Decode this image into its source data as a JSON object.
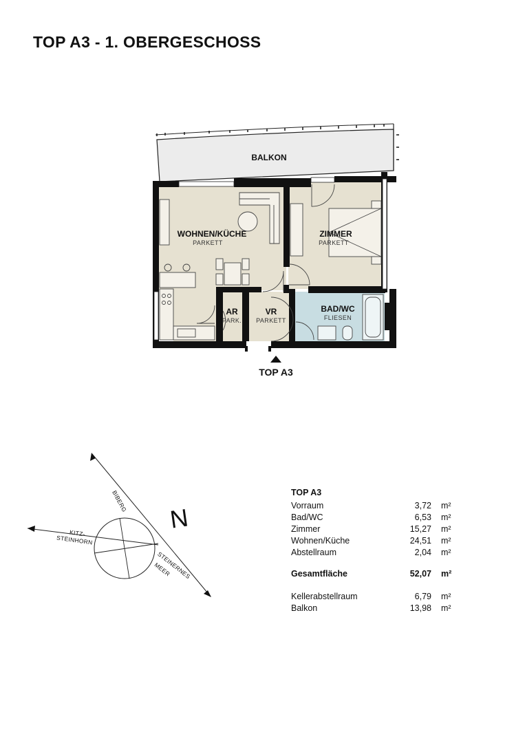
{
  "page": {
    "title": "TOP A3 - 1. OBERGESCHOSS"
  },
  "plan": {
    "rooms": [
      {
        "name": "BALKON",
        "floor": ""
      },
      {
        "name": "WOHNEN/KÜCHE",
        "floor": "PARKETT"
      },
      {
        "name": "ZIMMER",
        "floor": "PARKETT"
      },
      {
        "name": "AR",
        "floor": "PARK."
      },
      {
        "name": "VR",
        "floor": "PARKETT"
      },
      {
        "name": "BAD/WC",
        "floor": "FLIESEN"
      }
    ],
    "entrance_label": "TOP A3",
    "colors": {
      "parkett": "#e6e1d1",
      "fliesen": "#c8dde2",
      "balkon": "#ececec",
      "wall": "#111111"
    }
  },
  "compass": {
    "north_symbol": "N",
    "labels": {
      "biberg": "BIBERG",
      "kitz_1": "KITZ-",
      "kitz_2": "STEINHORN",
      "stein_1": "STEINERNES",
      "stein_2": "MEER"
    }
  },
  "areas": {
    "heading": "TOP A3",
    "rows": [
      {
        "label": "Vorraum",
        "value": "3,72",
        "unit": "m²"
      },
      {
        "label": "Bad/WC",
        "value": "6,53",
        "unit": "m²"
      },
      {
        "label": "Zimmer",
        "value": "15,27",
        "unit": "m²"
      },
      {
        "label": "Wohnen/Küche",
        "value": "24,51",
        "unit": "m²"
      },
      {
        "label": "Abstellraum",
        "value": "2,04",
        "unit": "m²"
      }
    ],
    "total": {
      "label": "Gesamtfläche",
      "value": "52,07",
      "unit": "m²"
    },
    "extra": [
      {
        "label": "Kellerabstellraum",
        "value": "6,79",
        "unit": "m²"
      },
      {
        "label": "Balkon",
        "value": "13,98",
        "unit": "m²"
      }
    ]
  }
}
